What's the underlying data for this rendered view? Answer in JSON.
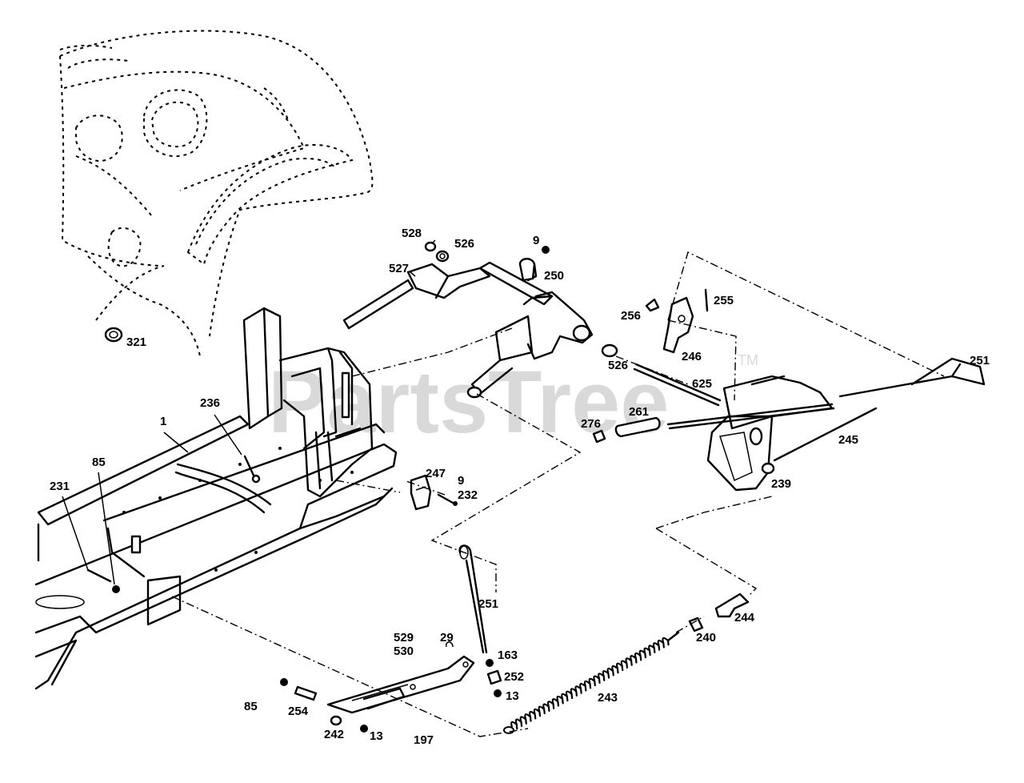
{
  "watermark": {
    "text": "PartsTree",
    "trademark": "TM"
  },
  "callouts": [
    {
      "id": "321",
      "label": "321"
    },
    {
      "id": "528",
      "label": "528"
    },
    {
      "id": "526a",
      "label": "526"
    },
    {
      "id": "9a",
      "label": "9"
    },
    {
      "id": "527",
      "label": "527"
    },
    {
      "id": "250",
      "label": "250"
    },
    {
      "id": "256",
      "label": "256"
    },
    {
      "id": "255",
      "label": "255"
    },
    {
      "id": "246",
      "label": "246"
    },
    {
      "id": "526b",
      "label": "526"
    },
    {
      "id": "625",
      "label": "625"
    },
    {
      "id": "251a",
      "label": "251"
    },
    {
      "id": "236",
      "label": "236"
    },
    {
      "id": "1",
      "label": "1"
    },
    {
      "id": "276",
      "label": "276"
    },
    {
      "id": "261",
      "label": "261"
    },
    {
      "id": "245",
      "label": "245"
    },
    {
      "id": "85a",
      "label": "85"
    },
    {
      "id": "231",
      "label": "231"
    },
    {
      "id": "247",
      "label": "247"
    },
    {
      "id": "9b",
      "label": "9"
    },
    {
      "id": "232",
      "label": "232"
    },
    {
      "id": "239",
      "label": "239"
    },
    {
      "id": "251b",
      "label": "251"
    },
    {
      "id": "244",
      "label": "244"
    },
    {
      "id": "240",
      "label": "240"
    },
    {
      "id": "29",
      "label": "29"
    },
    {
      "id": "529",
      "label": "529"
    },
    {
      "id": "530",
      "label": "530"
    },
    {
      "id": "163",
      "label": "163"
    },
    {
      "id": "252",
      "label": "252"
    },
    {
      "id": "13a",
      "label": "13"
    },
    {
      "id": "243",
      "label": "243"
    },
    {
      "id": "85b",
      "label": "85"
    },
    {
      "id": "254",
      "label": "254"
    },
    {
      "id": "242",
      "label": "242"
    },
    {
      "id": "13b",
      "label": "13"
    },
    {
      "id": "197",
      "label": "197"
    }
  ]
}
